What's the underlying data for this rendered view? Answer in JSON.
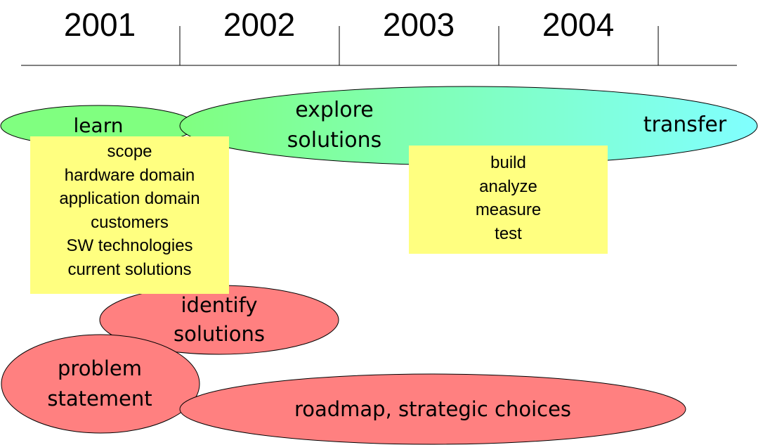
{
  "timeline": {
    "years": [
      "2001",
      "2002",
      "2003",
      "2004"
    ]
  },
  "phases": {
    "learn": "learn",
    "explore": "explore\nsolutions",
    "transfer": "transfer",
    "identify": "identify\nsolutions",
    "problem": "problem\nstatement",
    "roadmap": "roadmap, strategic choices"
  },
  "learn_box": {
    "items": "scope\nhardware domain\napplication domain\ncustomers\nSW technologies\ncurrent solutions"
  },
  "explore_box": {
    "items": "build\nanalyze\nmeasure\ntest"
  },
  "colors": {
    "green": "#80ff80",
    "cyan": "#80ffff",
    "red": "#ff8080",
    "yellow": "#ffff80"
  }
}
